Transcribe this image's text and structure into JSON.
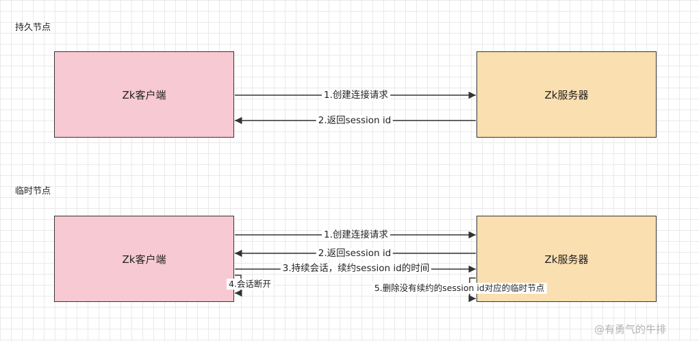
{
  "sections": {
    "persistent": {
      "title": "持久节点"
    },
    "ephemeral": {
      "title": "临时节点"
    }
  },
  "nodes": {
    "client": "Zk客户端",
    "server": "Zk服务器"
  },
  "persistent_edges": {
    "request": "1.创建连接请求",
    "return_session": "2.返回session id"
  },
  "ephemeral_edges": {
    "request": "1.创建连接请求",
    "return_session": "2.返回session id",
    "renew": "3.持续会话，续约session id的时间",
    "disconnect": "4.会话断开",
    "delete": "5.删除没有续约的session id对应的临时节点"
  },
  "watermark": "@有勇气的牛排",
  "colors": {
    "client_fill": "#f7c9d2",
    "server_fill": "#fadfb0",
    "line": "#333333"
  }
}
